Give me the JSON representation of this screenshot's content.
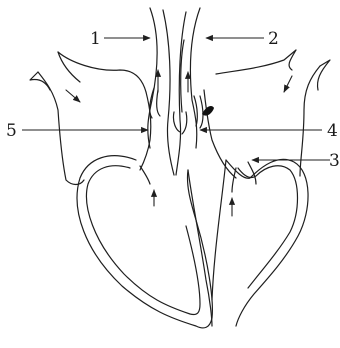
{
  "diagram": {
    "labels": [
      {
        "id": "label-1",
        "text": "1"
      },
      {
        "id": "label-2",
        "text": "2"
      },
      {
        "id": "label-3",
        "text": "3"
      },
      {
        "id": "label-4",
        "text": "4"
      },
      {
        "id": "label-5",
        "text": "5"
      }
    ]
  }
}
